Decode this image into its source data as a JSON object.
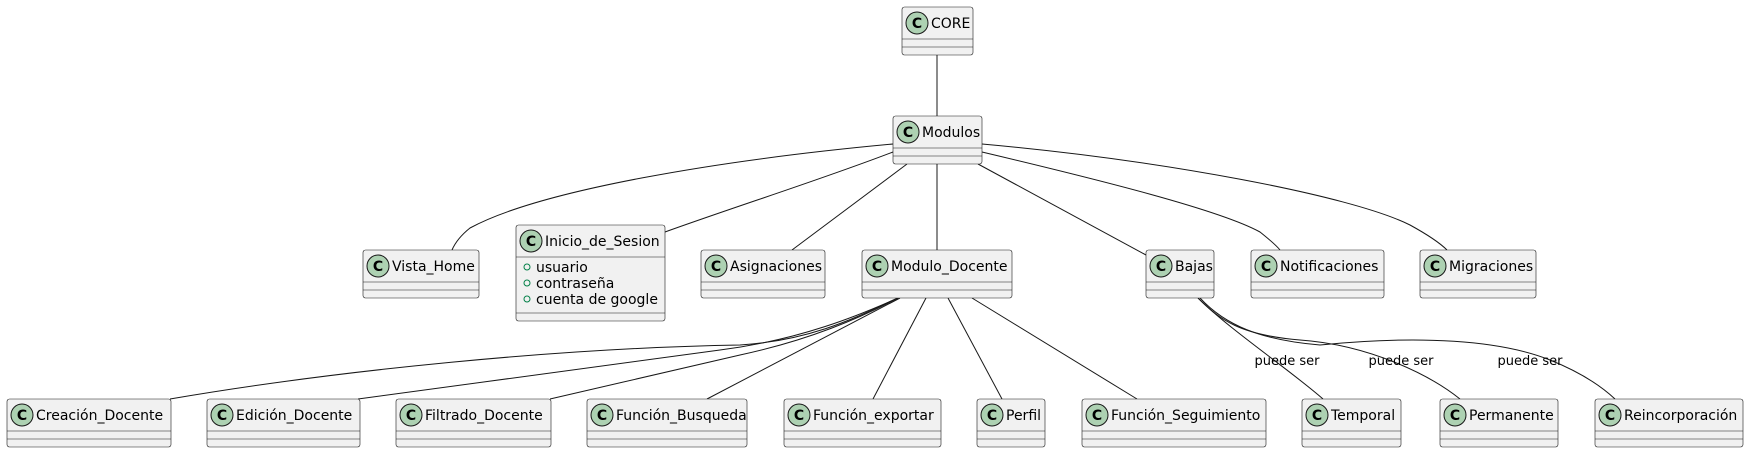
{
  "diagram": {
    "badge_letter": "C",
    "classes": [
      {
        "id": "core",
        "name": "CORE",
        "attributes": []
      },
      {
        "id": "modulos",
        "name": "Modulos",
        "attributes": []
      },
      {
        "id": "vista_home",
        "name": "Vista_Home",
        "attributes": []
      },
      {
        "id": "inicio_sesion",
        "name": "Inicio_de_Sesion",
        "attributes": [
          "usuario",
          "contraseña",
          "cuenta de google"
        ]
      },
      {
        "id": "asignaciones",
        "name": "Asignaciones",
        "attributes": []
      },
      {
        "id": "modulo_docente",
        "name": "Modulo_Docente",
        "attributes": []
      },
      {
        "id": "bajas",
        "name": "Bajas",
        "attributes": []
      },
      {
        "id": "notificaciones",
        "name": "Notificaciones",
        "attributes": []
      },
      {
        "id": "migraciones",
        "name": "Migraciones",
        "attributes": []
      },
      {
        "id": "creacion_docente",
        "name": "Creación_Docente",
        "attributes": []
      },
      {
        "id": "edicion_docente",
        "name": "Edición_Docente",
        "attributes": []
      },
      {
        "id": "filtrado_docente",
        "name": "Filtrado_Docente",
        "attributes": []
      },
      {
        "id": "funcion_busqueda",
        "name": "Función_Busqueda",
        "attributes": []
      },
      {
        "id": "funcion_exportar",
        "name": "Función_exportar",
        "attributes": []
      },
      {
        "id": "perfil",
        "name": "Perfil",
        "attributes": []
      },
      {
        "id": "funcion_seguimiento",
        "name": "Función_Seguimiento",
        "attributes": []
      },
      {
        "id": "temporal",
        "name": "Temporal",
        "attributes": []
      },
      {
        "id": "permanente",
        "name": "Permanente",
        "attributes": []
      },
      {
        "id": "reincorporacion",
        "name": "Reincorporación",
        "attributes": []
      }
    ],
    "edges": [
      {
        "from": "core",
        "to": "modulos",
        "label": ""
      },
      {
        "from": "modulos",
        "to": "vista_home",
        "label": ""
      },
      {
        "from": "modulos",
        "to": "inicio_sesion",
        "label": ""
      },
      {
        "from": "modulos",
        "to": "asignaciones",
        "label": ""
      },
      {
        "from": "modulos",
        "to": "modulo_docente",
        "label": ""
      },
      {
        "from": "modulos",
        "to": "bajas",
        "label": ""
      },
      {
        "from": "modulos",
        "to": "notificaciones",
        "label": ""
      },
      {
        "from": "modulos",
        "to": "migraciones",
        "label": ""
      },
      {
        "from": "modulo_docente",
        "to": "creacion_docente",
        "label": ""
      },
      {
        "from": "modulo_docente",
        "to": "edicion_docente",
        "label": ""
      },
      {
        "from": "modulo_docente",
        "to": "filtrado_docente",
        "label": ""
      },
      {
        "from": "modulo_docente",
        "to": "funcion_busqueda",
        "label": ""
      },
      {
        "from": "modulo_docente",
        "to": "funcion_exportar",
        "label": ""
      },
      {
        "from": "modulo_docente",
        "to": "perfil",
        "label": ""
      },
      {
        "from": "modulo_docente",
        "to": "funcion_seguimiento",
        "label": ""
      },
      {
        "from": "bajas",
        "to": "temporal",
        "label": "puede ser"
      },
      {
        "from": "bajas",
        "to": "permanente",
        "label": "puede ser"
      },
      {
        "from": "bajas",
        "to": "reincorporacion",
        "label": "puede ser"
      }
    ]
  }
}
